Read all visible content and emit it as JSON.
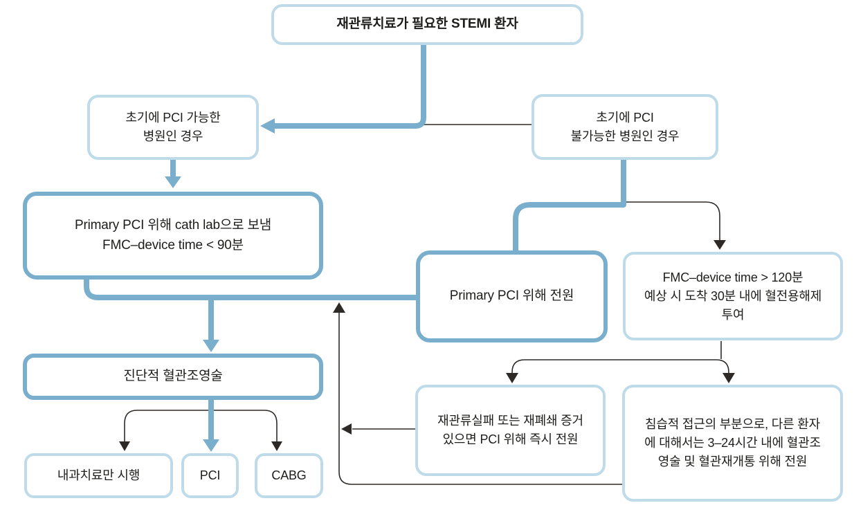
{
  "colors": {
    "accent_strong_blue": "#79aecd",
    "accent_light_blue": "#bfdbe9",
    "connector_black": "#2d2926",
    "text": "#1d1d1b",
    "background": "#ffffff"
  },
  "nodes": {
    "start": {
      "label": "재관류치료가 필요한 STEMI 환자"
    },
    "pci_capable": {
      "line1": "초기에 PCI 가능한",
      "line2": "병원인 경우"
    },
    "pci_incapable": {
      "line1": "초기에 PCI",
      "line2": "불가능한 병원인 경우"
    },
    "cath_lab": {
      "line1": "Primary PCI 위해 cath lab으로 보냄",
      "line2": "FMC–device time < 90분"
    },
    "transfer_pci": {
      "label": "Primary PCI 위해 전원"
    },
    "fibrinolysis": {
      "line1": "FMC–device time > 120분",
      "line2": "예상 시 도착 30분 내에 혈전용해제",
      "line3": "투여"
    },
    "diagnostic_angio": {
      "label": "진단적 혈관조영술"
    },
    "medical_only": {
      "label": "내과치료만 시행"
    },
    "pci": {
      "label": "PCI"
    },
    "cabg": {
      "label": "CABG"
    },
    "reperfusion_failure": {
      "line1": "재관류실패 또는 재폐쇄 증거",
      "line2": "있으면 PCI 위해 즉시 전원"
    },
    "invasive_strategy": {
      "line1": "침습적 접근의 부분으로, 다른 환자",
      "line2": "에 대해서는 3–24시간 내에 혈관조",
      "line3": "영술 및 혈관재개통 위해 전원"
    }
  },
  "edges": [
    {
      "from": "start",
      "to": "pci_capable",
      "style": "blue-thick-arrow"
    },
    {
      "from": "start",
      "to": "pci_incapable",
      "style": "black-line"
    },
    {
      "from": "pci_capable",
      "to": "cath_lab",
      "style": "blue-thick-arrow"
    },
    {
      "from": "pci_incapable",
      "to": "transfer_pci",
      "style": "blue-thick"
    },
    {
      "from": "pci_incapable",
      "to": "fibrinolysis",
      "style": "black-arrow"
    },
    {
      "from": "cath_lab",
      "to": "diagnostic_angio",
      "style": "blue-thick-arrow"
    },
    {
      "from": "transfer_pci",
      "to": "diagnostic_angio",
      "style": "blue-thick"
    },
    {
      "from": "fibrinolysis",
      "to": "reperfusion_failure",
      "style": "black-arrow"
    },
    {
      "from": "fibrinolysis",
      "to": "invasive_strategy",
      "style": "black-arrow"
    },
    {
      "from": "diagnostic_angio",
      "to": "medical_only",
      "style": "black-arrow"
    },
    {
      "from": "diagnostic_angio",
      "to": "pci",
      "style": "blue-thick-arrow"
    },
    {
      "from": "diagnostic_angio",
      "to": "cabg",
      "style": "black-arrow"
    },
    {
      "from": "reperfusion_failure",
      "to": "main-pathway",
      "style": "black-arrow"
    },
    {
      "from": "invasive_strategy",
      "to": "main-pathway",
      "style": "black-arrow"
    }
  ]
}
